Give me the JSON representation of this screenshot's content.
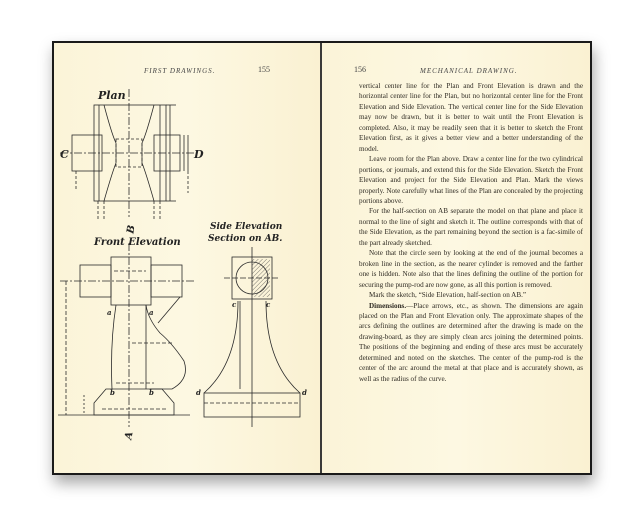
{
  "book": {
    "left_page": {
      "running_head": "FIRST DRAWINGS.",
      "page_number": "155",
      "figure": {
        "plan_label": "Plan",
        "plan_left_label": "C",
        "plan_right_label": "D",
        "section_top_label": "B",
        "section_bottom_label": "A",
        "front_elevation_label": "Front Elevation",
        "side_elevation_label_1": "Side Elevation",
        "side_elevation_label_2": "Section on AB.",
        "point_a": "a",
        "point_b": "b",
        "point_c": "c",
        "point_d": "d"
      }
    },
    "right_page": {
      "page_number": "156",
      "running_head": "MECHANICAL DRAWING.",
      "paragraphs": [
        "vertical center line for the Plan and Front Elevation is drawn and the horizontal center line for the Plan, but no horizontal center line for the Front Elevation and Side Elevation. The vertical center line for the Side Elevation may now be drawn, but it is better to wait until the Front Elevation is completed. Also, it may be readily seen that it is better to sketch the Front Elevation first, as it gives a better view and a better understanding of the model.",
        "Leave room for the Plan above. Draw a center line for the two cylindrical portions, or journals, and extend this for the Side Elevation. Sketch the Front Elevation and project for the Side Elevation and Plan. Mark the views properly. Note carefully what lines of the Plan are concealed by the projecting portions above.",
        "For the half-section on AB separate the model on that plane and place it normal to the line of sight and sketch it. The outline corresponds with that of the Side Elevation, as the part remaining beyond the section is a fac-simile of the part already sketched.",
        "Note that the circle seen by looking at the end of the journal becomes a broken line in the section, as the nearer cylinder is removed and the farther one is hidden. Note also that the lines defining the outline of the portion for securing the pump-rod are now gone, as all this portion is removed.",
        "Mark the sketch, “Side Elevation, half-section on AB.”"
      ],
      "dimensions_heading": "Dimensions.",
      "dimensions_text": "—Place arrows, etc., as shown. The dimensions are again placed on the Plan and Front Elevation only. The approximate shapes of the arcs defining the outlines are determined after the drawing is made on the drawing-board, as they are simply clean arcs joining the determined points. The positions of the beginning and ending of these arcs must be accurately determined and noted on the sketches. The center of the pump-rod is the center of the arc around the metal at that place and is accurately shown, as well as the radius of the curve."
    },
    "colors": {
      "paper": "#fcf6dc",
      "ink": "#2e2a22",
      "frame": "#1a1a1a"
    }
  }
}
